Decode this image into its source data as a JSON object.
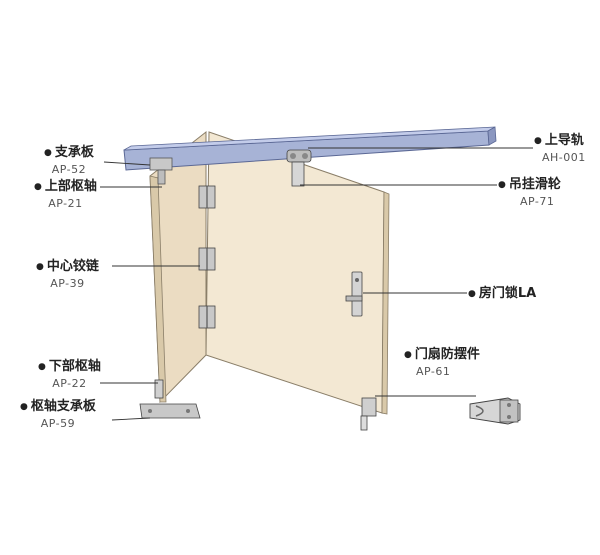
{
  "labels": {
    "support_plate": {
      "name": "支承板",
      "code": "AP-52"
    },
    "upper_pivot": {
      "name": "上部枢轴",
      "code": "AP-21"
    },
    "center_hinge": {
      "name": "中心铰链",
      "code": "AP-39"
    },
    "lower_pivot": {
      "name": "下部枢轴",
      "code": "AP-22"
    },
    "pivot_support_plate": {
      "name": "枢轴支承板",
      "code": "AP-59"
    },
    "upper_rail": {
      "name": "上导轨",
      "code": "AH-001"
    },
    "hanging_pulley": {
      "name": "吊挂滑轮",
      "code": "AP-71"
    },
    "door_lock": {
      "name": "房门锁LA"
    },
    "anti_swing": {
      "name": "门扇防摆件",
      "code": "AP-61"
    }
  },
  "bullet": "●",
  "colors": {
    "rail_fill": "#a7b3d6",
    "rail_edge": "#5b6895",
    "panel_fill": "#f3e8d3",
    "panel_shade": "#e3d4b8",
    "panel_edge": "#8a7e68",
    "metal": "#c8c8c8",
    "leader": "#333333"
  }
}
